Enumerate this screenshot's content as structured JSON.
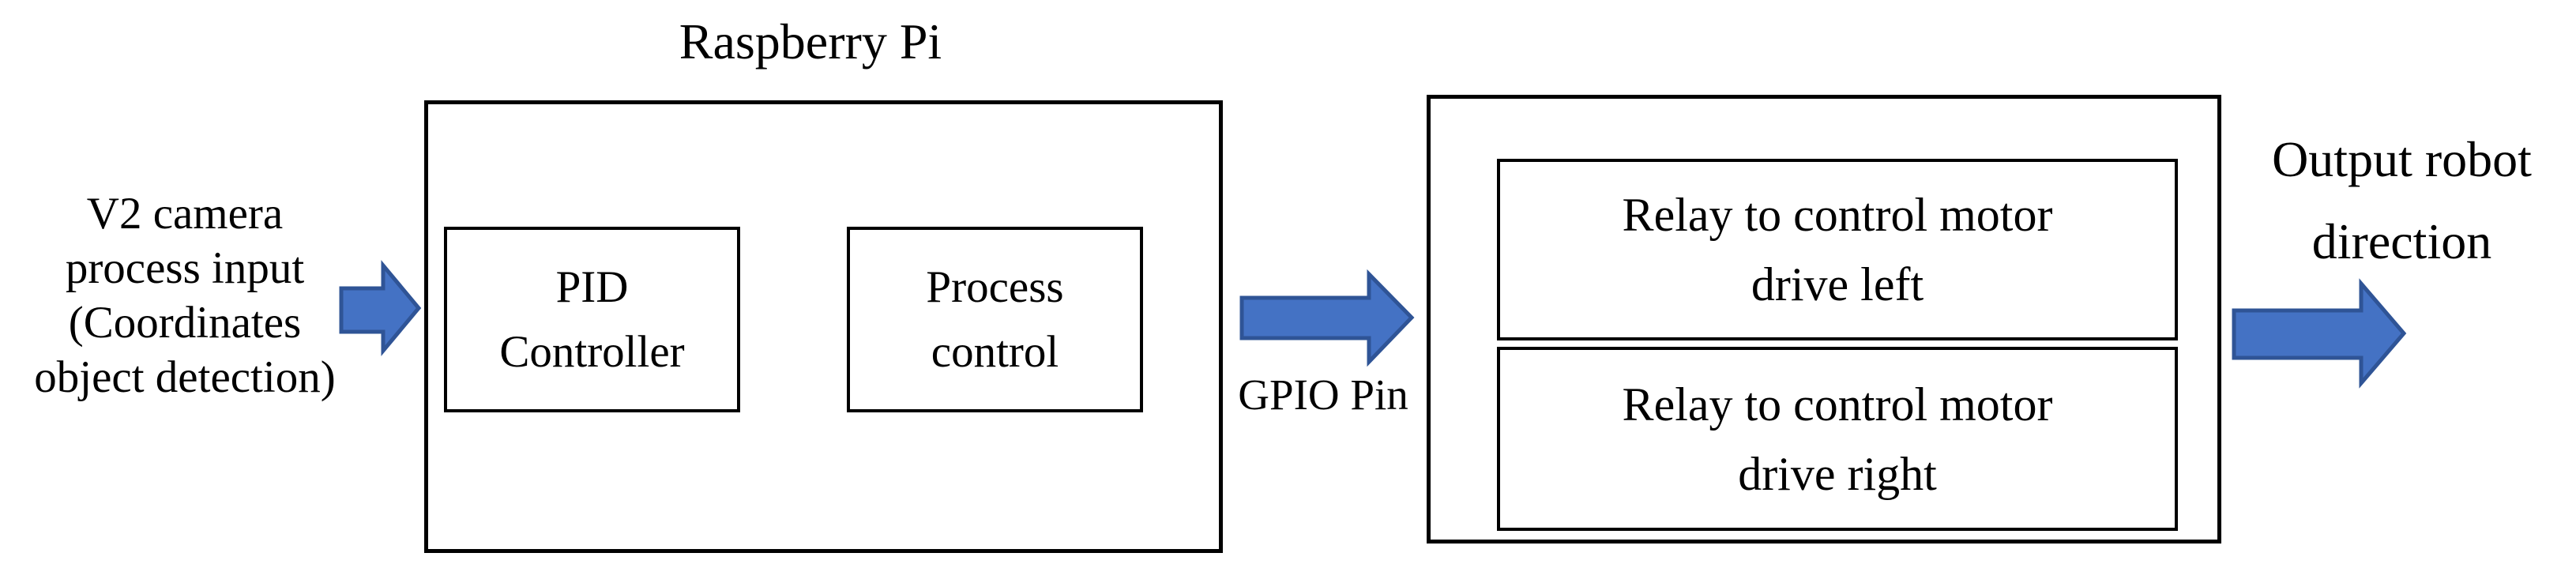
{
  "input_label": {
    "lines": [
      "V2 camera",
      "process input",
      "(Coordinates",
      "object detection)"
    ]
  },
  "raspberry_pi": {
    "title": "Raspberry Pi",
    "pid_controller": {
      "lines": [
        "PID",
        "Controller"
      ]
    },
    "process_control": {
      "lines": [
        "Process",
        "control"
      ]
    }
  },
  "gpio_label": "GPIO Pin",
  "relay_unit": {
    "relay_left": {
      "lines": [
        "Relay to control motor",
        "drive left"
      ]
    },
    "relay_right": {
      "lines": [
        "Relay to control motor",
        "drive right"
      ]
    }
  },
  "output_label": {
    "lines": [
      "Output robot",
      "direction"
    ]
  },
  "colors": {
    "arrow_fill": "#4472C4",
    "arrow_stroke": "#2F5496",
    "line": "#000000"
  }
}
